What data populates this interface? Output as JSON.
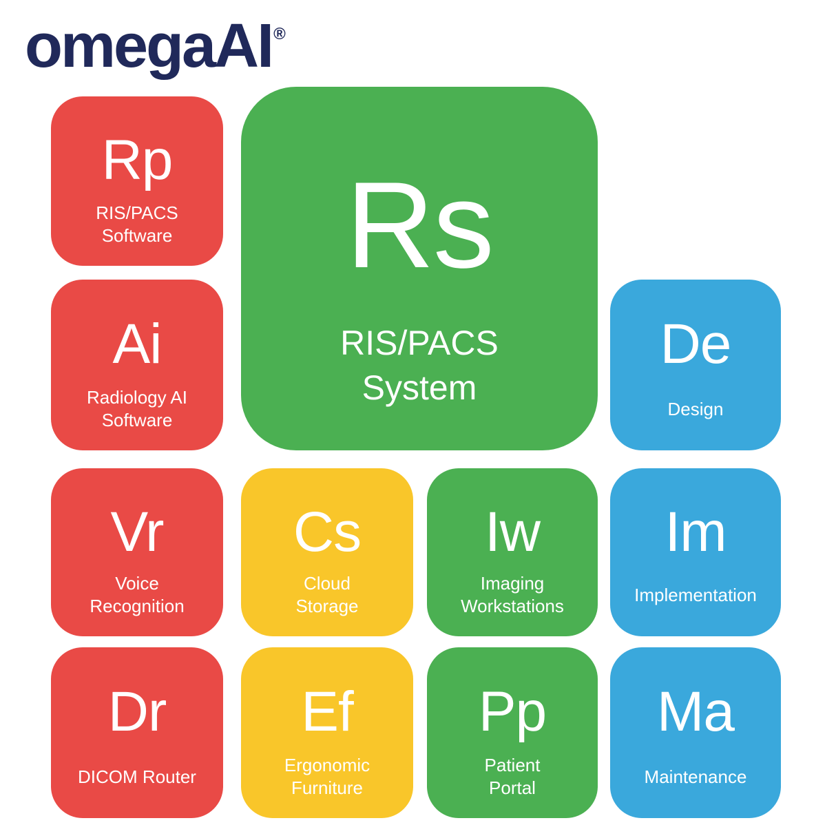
{
  "brand": {
    "name": "omegaAI",
    "registered": "®",
    "color": "#20295a"
  },
  "palette": {
    "navy": "#20295a",
    "red": "#e94a46",
    "yellow": "#f9c62a",
    "green": "#4bb052",
    "blue": "#3aa8dc",
    "tile_text": "#ffffff",
    "background": "#ffffff"
  },
  "tiles": [
    {
      "id": "rp",
      "symbol": "Rp",
      "label": "RIS/PACS\nSoftware",
      "color": "red"
    },
    {
      "id": "rs",
      "symbol": "Rs",
      "label": "RIS/PACS\nSystem",
      "color": "green"
    },
    {
      "id": "ai",
      "symbol": "Ai",
      "label": "Radiology AI\nSoftware",
      "color": "red"
    },
    {
      "id": "de",
      "symbol": "De",
      "label": "Design",
      "color": "blue"
    },
    {
      "id": "vr",
      "symbol": "Vr",
      "label": "Voice\nRecognition",
      "color": "red"
    },
    {
      "id": "cs",
      "symbol": "Cs",
      "label": "Cloud\nStorage",
      "color": "yellow"
    },
    {
      "id": "iw",
      "symbol": "Iw",
      "label": "Imaging\nWorkstations",
      "color": "green"
    },
    {
      "id": "im",
      "symbol": "Im",
      "label": "Implementation",
      "color": "blue"
    },
    {
      "id": "dr",
      "symbol": "Dr",
      "label": "DICOM Router",
      "color": "red"
    },
    {
      "id": "ef",
      "symbol": "Ef",
      "label": "Ergonomic\nFurniture",
      "color": "yellow"
    },
    {
      "id": "pp",
      "symbol": "Pp",
      "label": "Patient\nPortal",
      "color": "green"
    },
    {
      "id": "ma",
      "symbol": "Ma",
      "label": "Maintenance",
      "color": "blue"
    }
  ]
}
